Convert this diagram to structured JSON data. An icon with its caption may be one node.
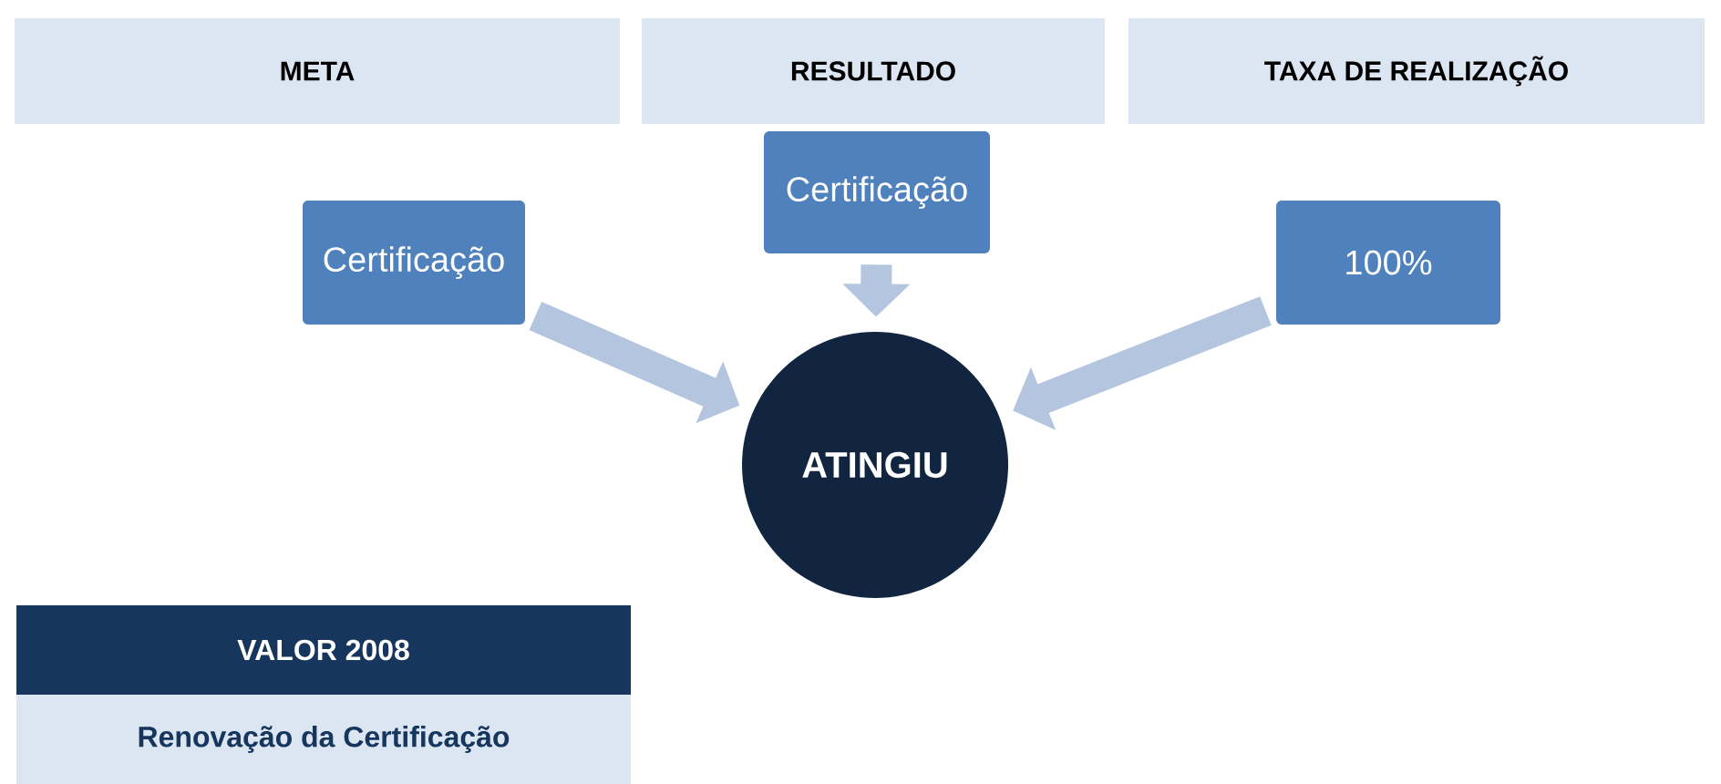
{
  "diagram": {
    "nodes": [
      {
        "text": [
          "META"
        ]
      },
      {
        "text": [
          "RESULTADO"
        ]
      },
      {
        "text": [
          "TAXA DE REALIZAÇÃO"
        ]
      },
      {
        "text": [
          "Certificação"
        ]
      },
      {
        "text": [
          "Certificação"
        ]
      },
      {
        "text": [
          "100%"
        ]
      },
      {
        "text": [
          "ATINGIU"
        ]
      },
      {
        "text": [
          "VALOR 2008"
        ]
      },
      {
        "text": [
          "Renovação da Certificação"
        ]
      }
    ],
    "edges": [
      {
        "from": 3,
        "to": 6,
        "arrow": "to"
      },
      {
        "from": 4,
        "to": 6,
        "arrow": "to"
      },
      {
        "from": 5,
        "to": 6,
        "arrow": "to"
      }
    ]
  }
}
